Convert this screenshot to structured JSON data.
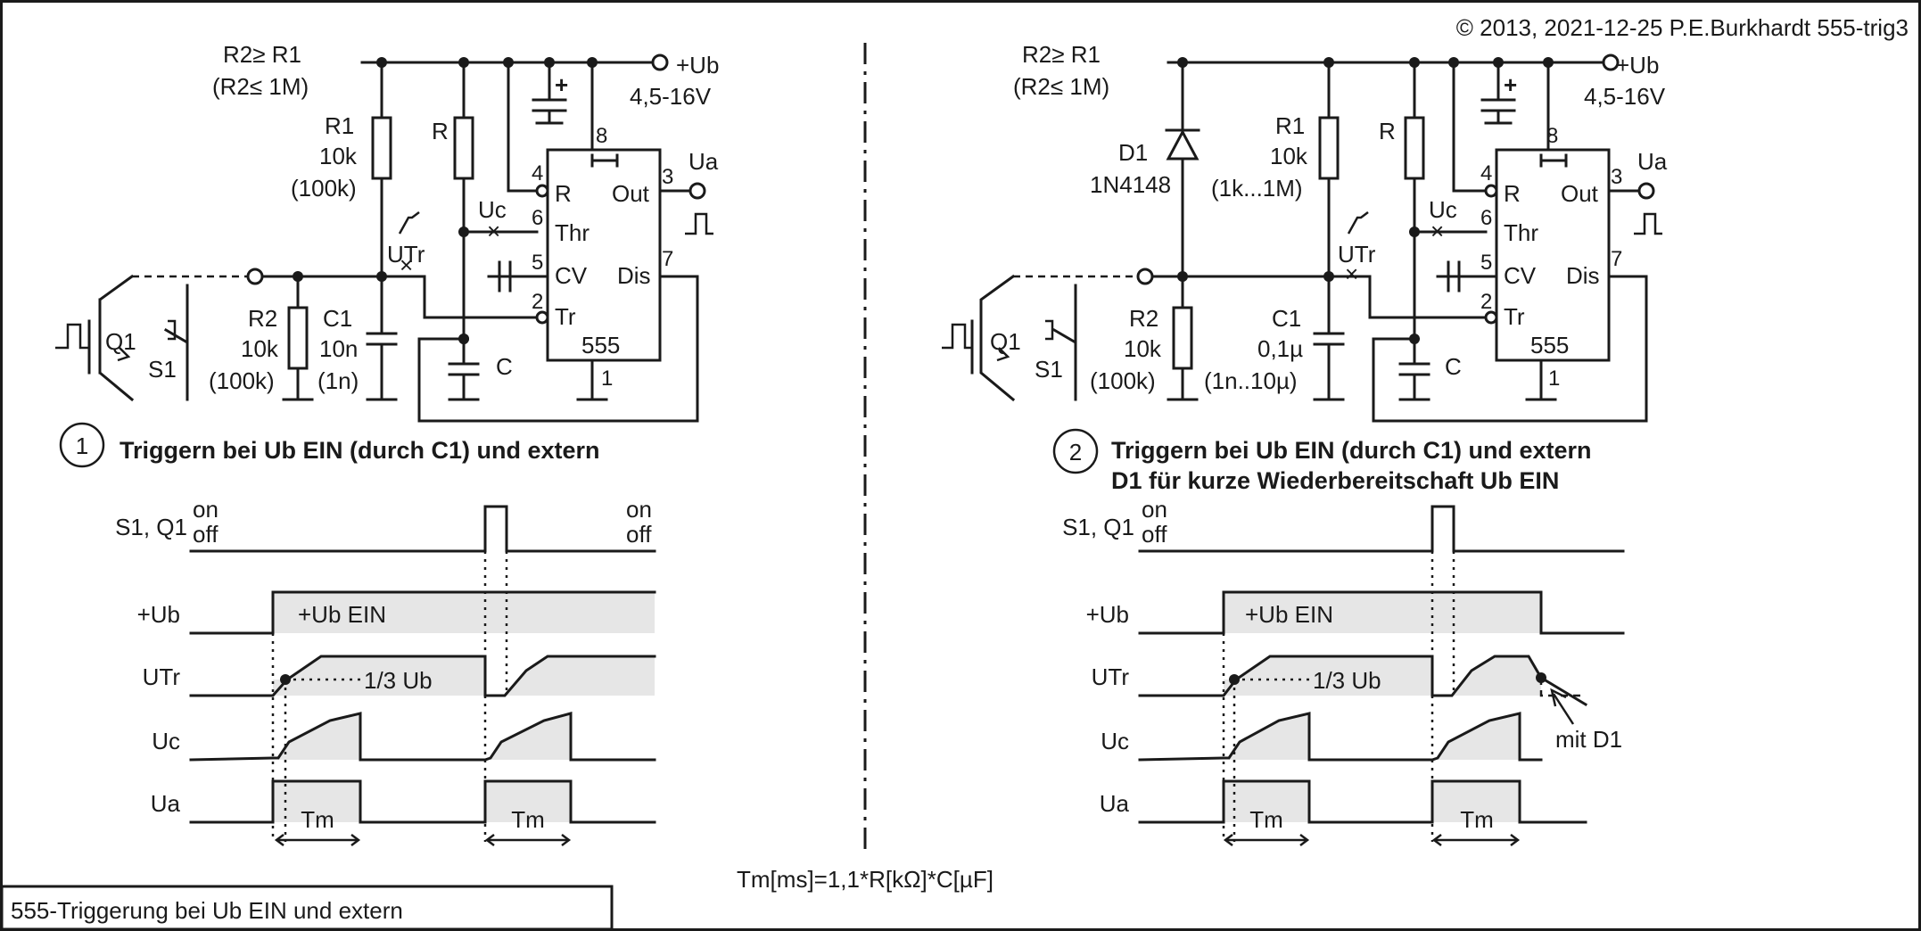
{
  "copyright": "© 2013, 2021-12-25 P.E.Burkhardt 555-trig3",
  "caption": "555-Triggerung  bei Ub EIN und extern",
  "formula": "Tm[ms]=1,1*R[kΩ]*C[µF]",
  "ic": {
    "name": "555",
    "pins": {
      "r": "R",
      "thr": "Thr",
      "cv": "CV",
      "tr": "Tr",
      "out": "Out",
      "dis": "Dis"
    },
    "numbers": {
      "p1": "1",
      "p2": "2",
      "p3": "3",
      "p4": "4",
      "p5": "5",
      "p6": "6",
      "p7": "7",
      "p8": "8"
    }
  },
  "common": {
    "ub": "+Ub",
    "ub_range": "4,5-16V",
    "ua": "Ua",
    "uc": "Uc",
    "utr": "UTr",
    "r": "R",
    "c": "C",
    "q1": "Q1",
    "s1": "S1",
    "r2_cond1": "R2≥ R1",
    "r2_cond2": "(R2≤ 1M)",
    "r1": "R1",
    "r2": "R2",
    "c1": "C1"
  },
  "circuit1": {
    "number": "1",
    "title": "Triggern bei Ub EIN (durch C1) und extern",
    "r1_val1": "10k",
    "r1_val2": "(100k)",
    "r2_val1": "10k",
    "r2_val2": "(100k)",
    "c1_val1": "10n",
    "c1_val2": "(1n)"
  },
  "circuit2": {
    "number": "2",
    "title_line1": "Triggern bei Ub EIN (durch C1) und extern",
    "title_line2": "D1 für kurze Wiederbereitschaft Ub EIN",
    "d1": "D1",
    "d1_type": "1N4148",
    "r1_val1": "10k",
    "r1_val2": "(1k...1M)",
    "r2_val1": "10k",
    "r2_val2": "(100k)",
    "c1_val1": "0,1µ",
    "c1_val2": "(1n..10µ)"
  },
  "timing": {
    "s1q1": "S1, Q1",
    "on": "on",
    "off": "off",
    "ub": "+Ub",
    "ub_on": "+Ub EIN",
    "utr": "UTr",
    "third": "1/3 Ub",
    "uc": "Uc",
    "ua": "Ua",
    "tm": "Tm",
    "mit_d1": "mit D1"
  }
}
